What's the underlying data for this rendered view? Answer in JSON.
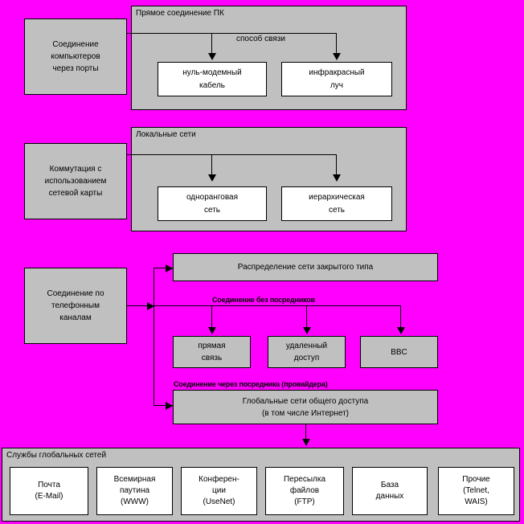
{
  "diagram": {
    "background_color": "#ff00ff",
    "panel_color": "#c0c0c0",
    "box_color": "#ffffff",
    "line_color": "#000000",
    "sections": [
      {
        "id": "direct-pc",
        "source_label": [
          "Соединение",
          "компьютеров",
          "через порты"
        ],
        "panel_title": "Прямое соединение ПК",
        "edge_label": "способ связи",
        "children": [
          {
            "lines": [
              "нуль-модемный",
              "кабель"
            ]
          },
          {
            "lines": [
              "инфракрасный",
              "луч"
            ]
          }
        ]
      },
      {
        "id": "lan",
        "source_label": [
          "Коммутация с",
          "использованием",
          "сетевой карты"
        ],
        "panel_title": "Локальные сети",
        "edge_label": "",
        "children": [
          {
            "lines": [
              "одноранговая",
              "сеть"
            ]
          },
          {
            "lines": [
              "иерархическая",
              "сеть"
            ]
          }
        ]
      }
    ],
    "telephony": {
      "source_label": [
        "Соединение по",
        "телефонным",
        "каналам"
      ],
      "closed_network": "Распределение сети закрытого типа",
      "direct_label": "Соединение без посредников",
      "direct_children": [
        {
          "lines": [
            "прямая",
            "связь"
          ]
        },
        {
          "lines": [
            "удаленный",
            "доступ"
          ]
        },
        {
          "lines": [
            "BBC"
          ]
        }
      ],
      "provider_label": "Соединение через посредника (провайдера)",
      "global_network": [
        "Глобальные сети общего доступа",
        "(в том числе Интернет)"
      ]
    },
    "services": {
      "panel_title": "Службы глобальных сетей",
      "items": [
        {
          "lines": [
            "Почта",
            "(E-Mail)"
          ]
        },
        {
          "lines": [
            "Всемирная",
            "паутина",
            "(WWW)"
          ]
        },
        {
          "lines": [
            "Конферен-",
            "ции",
            "(UseNet)"
          ]
        },
        {
          "lines": [
            "Пересылка",
            "файлов",
            "(FTP)"
          ]
        },
        {
          "lines": [
            "База",
            "данных"
          ]
        },
        {
          "lines": [
            "Прочие",
            "(Telnet,",
            "WAIS)"
          ]
        }
      ]
    }
  }
}
